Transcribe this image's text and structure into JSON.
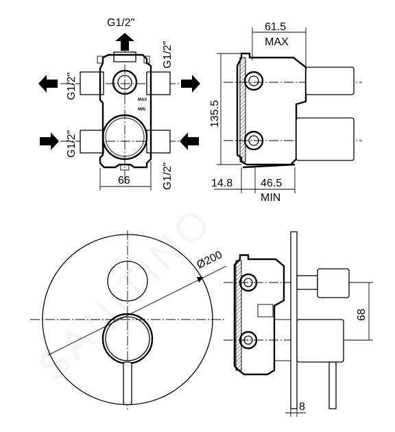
{
  "watermark": "SANITINO",
  "top_front": {
    "labels": {
      "inlet_top": "G1/2\"",
      "upper_left": "G1/2\"",
      "upper_right": "G1/2\"",
      "lower_left": "G1/2\"",
      "lower_right": "G1/2\"",
      "width": "66",
      "body_max": "MAX",
      "body_min": "MIN"
    }
  },
  "top_side": {
    "labels": {
      "depth_max": "61.5",
      "max": "MAX",
      "height": "135.5",
      "offset": "14.8",
      "depth_min": "46.5",
      "min": "MIN"
    }
  },
  "bottom_front": {
    "labels": {
      "diameter": "Ø200"
    }
  },
  "bottom_side": {
    "labels": {
      "spacing": "68",
      "plate": "8"
    }
  }
}
